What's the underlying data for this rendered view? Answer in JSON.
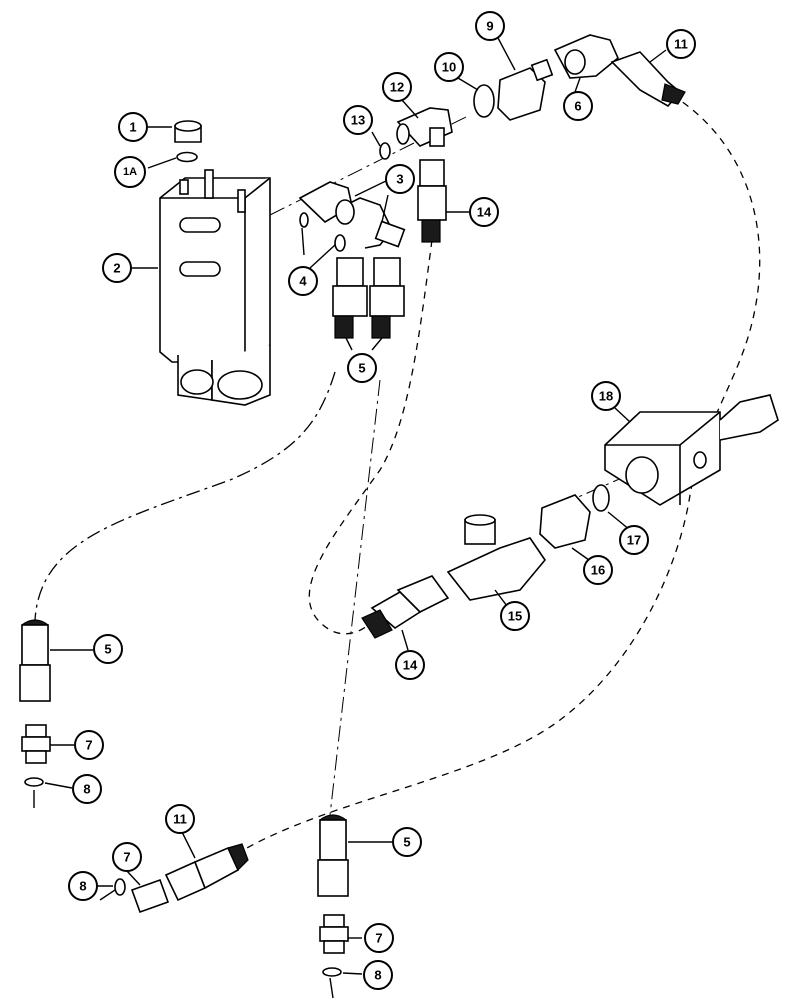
{
  "callouts": [
    {
      "id": "c1",
      "label": "1"
    },
    {
      "id": "c1a",
      "label": "1A"
    },
    {
      "id": "c2",
      "label": "2"
    },
    {
      "id": "c3",
      "label": "3"
    },
    {
      "id": "c4",
      "label": "4"
    },
    {
      "id": "c5a",
      "label": "5"
    },
    {
      "id": "c5b",
      "label": "5"
    },
    {
      "id": "c5c",
      "label": "5"
    },
    {
      "id": "c6",
      "label": "6"
    },
    {
      "id": "c7a",
      "label": "7"
    },
    {
      "id": "c7b",
      "label": "7"
    },
    {
      "id": "c7c",
      "label": "7"
    },
    {
      "id": "c8a",
      "label": "8"
    },
    {
      "id": "c8b",
      "label": "8"
    },
    {
      "id": "c8c",
      "label": "8"
    },
    {
      "id": "c9",
      "label": "9"
    },
    {
      "id": "c10",
      "label": "10"
    },
    {
      "id": "c11a",
      "label": "11"
    },
    {
      "id": "c11b",
      "label": "11"
    },
    {
      "id": "c12",
      "label": "12"
    },
    {
      "id": "c13",
      "label": "13"
    },
    {
      "id": "c14a",
      "label": "14"
    },
    {
      "id": "c14b",
      "label": "14"
    },
    {
      "id": "c15",
      "label": "15"
    },
    {
      "id": "c16",
      "label": "16"
    },
    {
      "id": "c17",
      "label": "17"
    },
    {
      "id": "c18",
      "label": "18"
    }
  ]
}
